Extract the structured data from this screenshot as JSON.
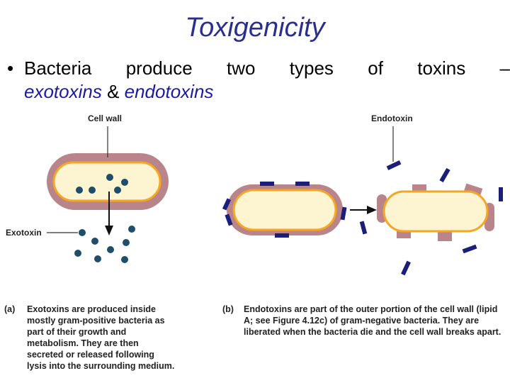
{
  "slide": {
    "title": "Toxigenicity",
    "bullet": {
      "marker": "•",
      "text_line1": "Bacteria produce two types of toxins –",
      "term1": "exotoxins",
      "connector": " & ",
      "term2": "endotoxins"
    }
  },
  "figure": {
    "labels": {
      "cell_wall": "Cell wall",
      "exotoxin": "Exotoxin",
      "endotoxin": "Endotoxin"
    },
    "colors": {
      "cell_wall": "#b9848a",
      "membrane": "#f5a623",
      "cytoplasm": "#fdf4d2",
      "exotoxin": "#1f4e6b",
      "endotoxin": "#1b1f7a"
    }
  },
  "captions": {
    "a": {
      "tag": "(a)",
      "term": "Exotoxins",
      "text": " are produced inside mostly gram-positive bacteria as part of their growth and metabolism. They are then secreted or released following lysis into the surrounding medium."
    },
    "b": {
      "tag": "(b)",
      "term": "Endotoxins",
      "text": " are part of the outer portion of the cell wall (lipid A; see Figure 4.12c) of gram-negative bacteria. They are liberated when the bacteria die and the cell wall breaks apart."
    }
  }
}
